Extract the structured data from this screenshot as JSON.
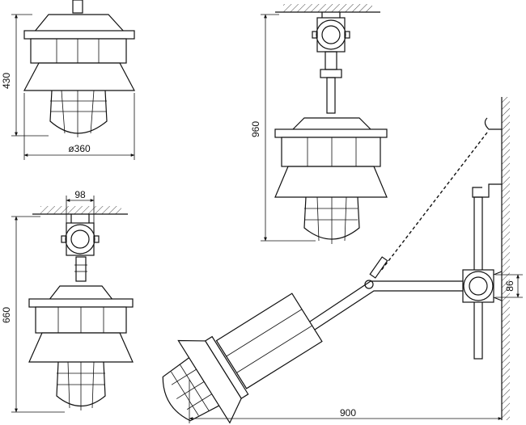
{
  "dimensions": {
    "fixture_a_height": "430",
    "fixture_a_diameter": "ø360",
    "fixture_b_width": "98",
    "fixture_b_height": "660",
    "fixture_c_height": "960",
    "fixture_d_width": "900",
    "fixture_d_offset": "86"
  }
}
